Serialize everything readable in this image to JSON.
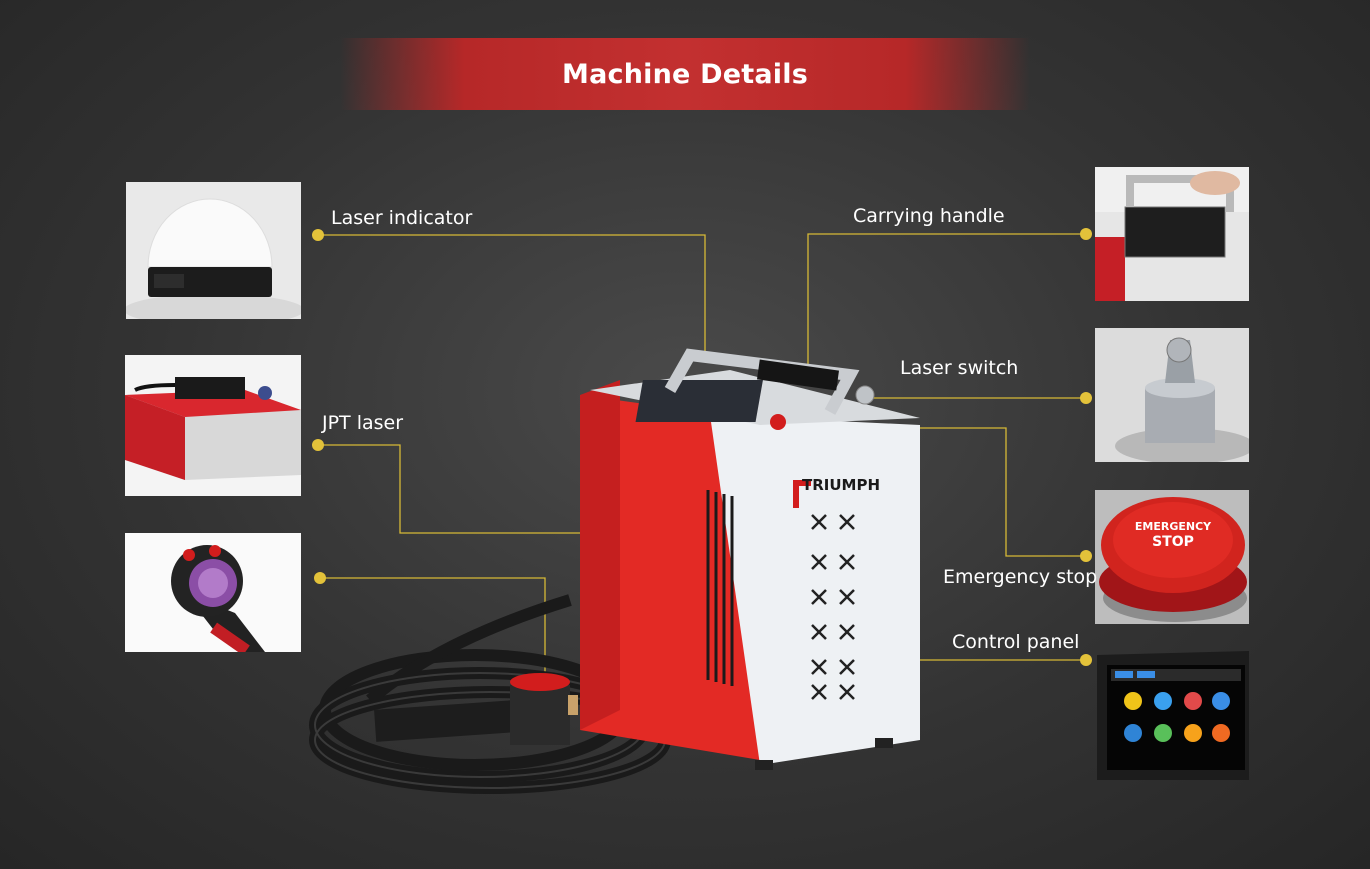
{
  "header": {
    "title": "Machine Details"
  },
  "colors": {
    "accent_red": "#c33030",
    "leader_yellow": "#d6b936",
    "background": "#333333"
  },
  "machine": {
    "brand": "TRIUMPH",
    "stop_button_text": [
      "EMERGENCY",
      "STOP"
    ]
  },
  "callouts": {
    "laser_indicator": "Laser indicator",
    "jpt_laser": "JPT laser",
    "carrying_handle": "Carrying handle",
    "laser_switch": "Laser switch",
    "emergency_stop": "Emergency stop",
    "control_panel": "Control panel"
  }
}
